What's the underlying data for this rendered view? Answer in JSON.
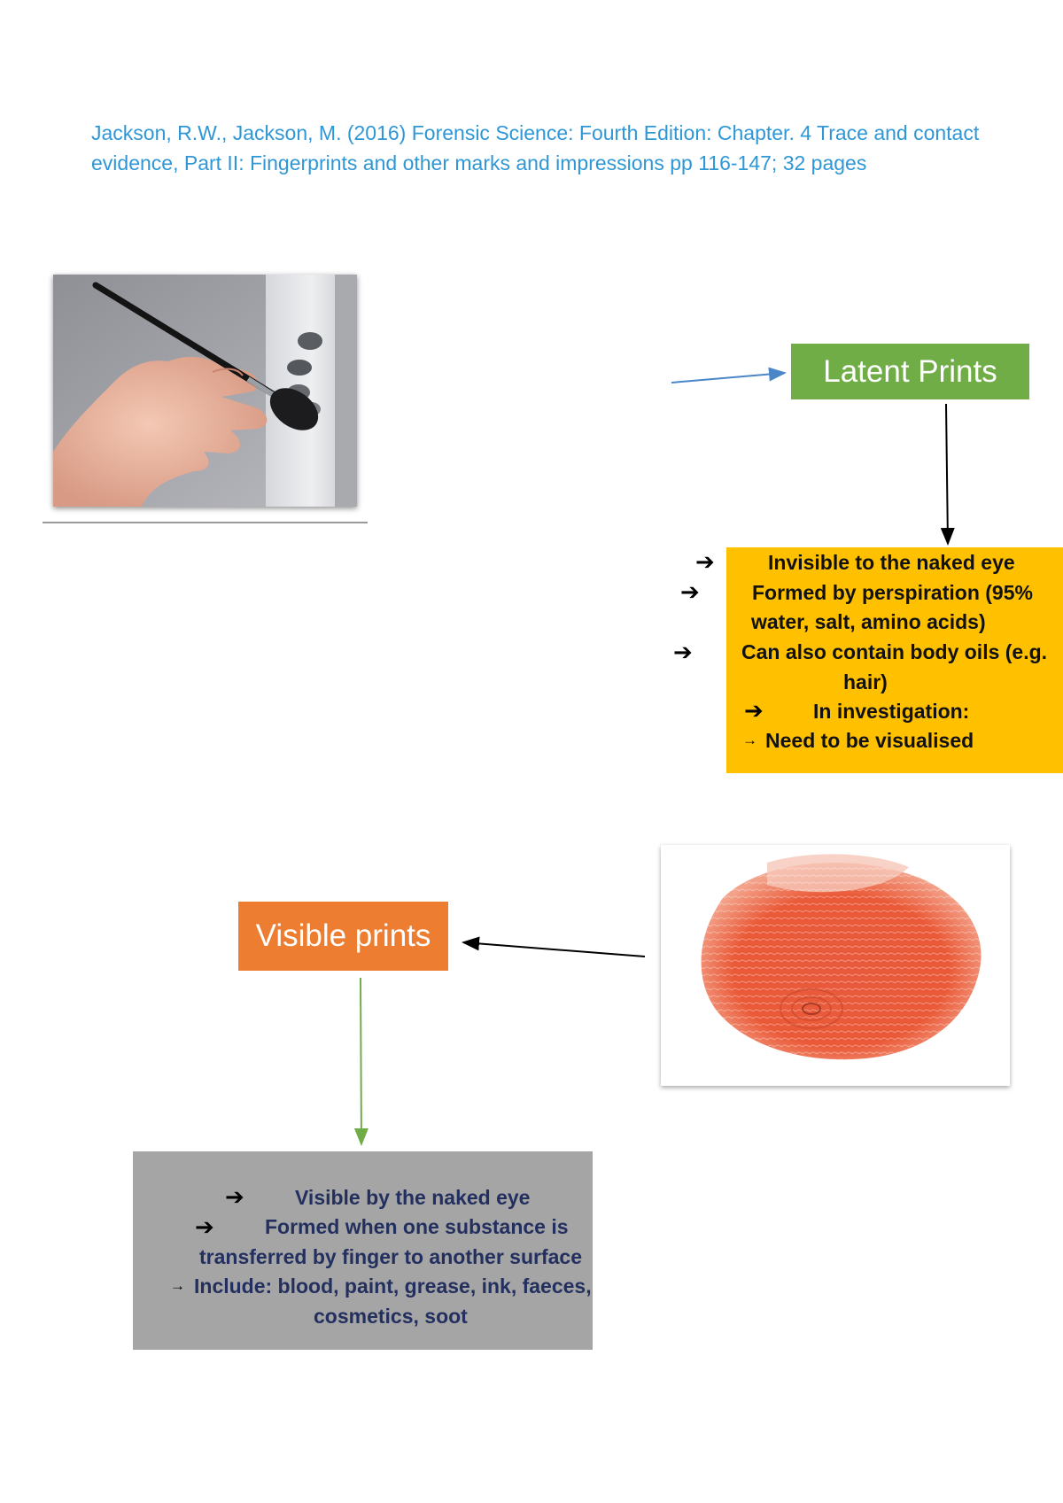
{
  "reference": {
    "line1": "Jackson, R.W., Jackson, M. (2016) Forensic Science: Fourth Edition: Chapter. 4 Trace and contact",
    "line2": "evidence, Part II: Fingerprints and other marks and impressions pp 116-147; 32 pages"
  },
  "latent": {
    "title": "Latent Prints",
    "points": [
      "Invisible to the naked eye",
      "Formed by perspiration (95%",
      "water, salt, amino acids)",
      "Can also contain body oils (e.g.",
      "hair)",
      "In investigation:",
      "Need to be visualised"
    ]
  },
  "visible": {
    "title": "Visible prints",
    "points": [
      "Visible by the naked eye",
      "Formed when one substance is",
      "transferred by finger to another surface",
      "Include: blood, paint, grease, ink, faeces,",
      "cosmetics, soot"
    ]
  },
  "arrow_glyph": "➔",
  "small_arrow_glyph": "→",
  "colors": {
    "reference_text": "#2f97d6",
    "latent_title_bg": "#70ad47",
    "visible_title_bg": "#ed7d31",
    "latent_box_bg": "#ffc000",
    "visible_box_bg": "#a5a5a5",
    "visible_box_text": "#23305f"
  }
}
